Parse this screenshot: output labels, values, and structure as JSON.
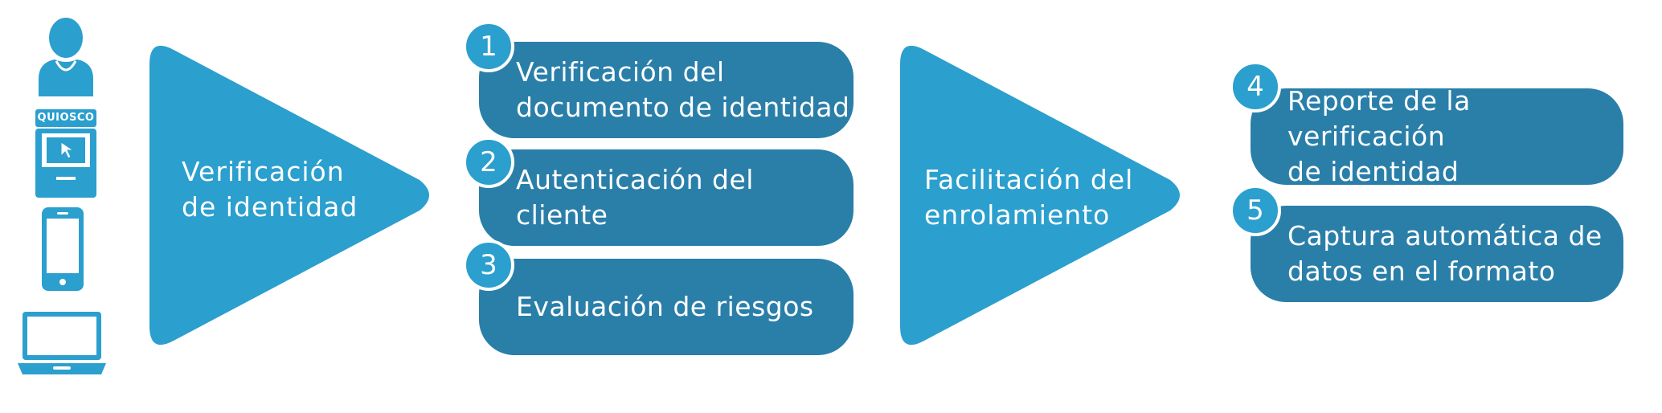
{
  "colors": {
    "triangle": "#2b9fce",
    "pill": "#2a7fa9",
    "badge": "#2b9fce",
    "icons": "#2b9fce",
    "text": "#ffffff"
  },
  "icons": {
    "user": "user-icon",
    "kiosk": "kiosk-icon",
    "kiosk_label": "QUIOSCO",
    "phone": "smartphone-icon",
    "laptop": "laptop-icon"
  },
  "stage1": {
    "label": "Verificación\nde identidad"
  },
  "steps_group1": [
    {
      "number": "1",
      "label": "Verificación del\ndocumento de identidad"
    },
    {
      "number": "2",
      "label": "Autenticación del\ncliente"
    },
    {
      "number": "3",
      "label": "Evaluación de riesgos"
    }
  ],
  "stage2": {
    "label": "Facilitación del\nenrolamiento"
  },
  "steps_group2": [
    {
      "number": "4",
      "label": "Reporte de la verificación\nde identidad"
    },
    {
      "number": "5",
      "label": "Captura automática de\ndatos en el formato"
    }
  ]
}
